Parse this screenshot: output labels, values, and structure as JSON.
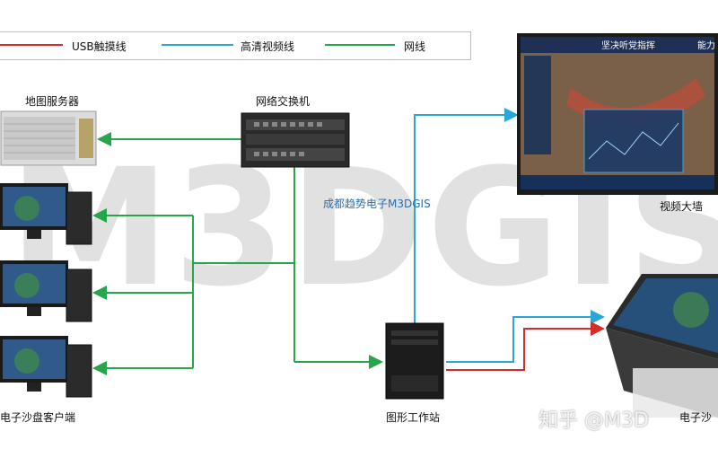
{
  "legend": {
    "usb_touch": "USB触摸线",
    "hd_video": "高清视频线",
    "network": "网线"
  },
  "nodes": {
    "map_server": "地图服务器",
    "network_switch": "网络交换机",
    "video_wall": "视频大墙",
    "sandbox_client": "电子沙盘客户端",
    "graphics_workstation": "图形工作站",
    "sandbox": "电子沙"
  },
  "screen_text": {
    "video_wall_title": "坚决听党指挥",
    "video_wall_title2": "能力"
  },
  "watermark": "M3DGIS",
  "credit_line": "成都趋势电子M3DGIS",
  "site_credit": "知乎 @M3D",
  "colors": {
    "usb": "#d42b2b",
    "video": "#2aa7d8",
    "network": "#27a54a"
  }
}
